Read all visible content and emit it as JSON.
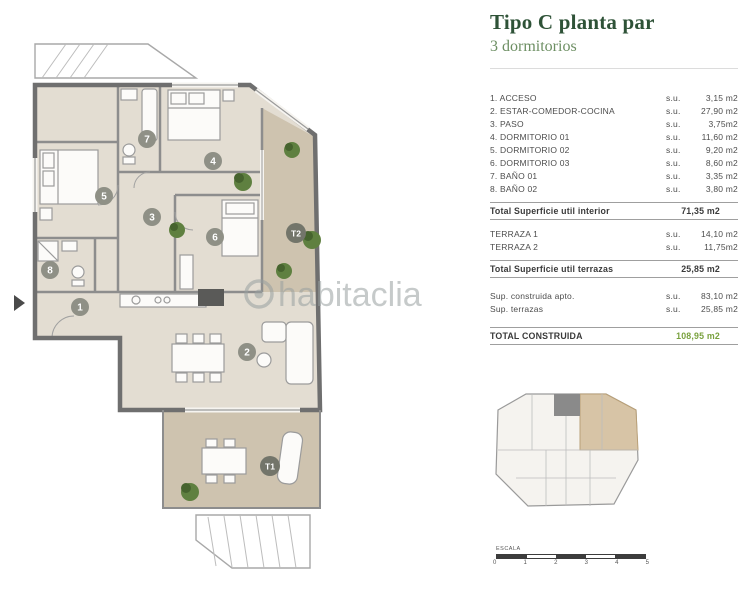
{
  "header": {
    "title": "Tipo C planta par",
    "subtitle": "3 dormitorios"
  },
  "legend": {
    "unit": "s.u.",
    "rooms": [
      {
        "label": "1. ACCESO",
        "value": "3,15 m2"
      },
      {
        "label": "2. ESTAR-COMEDOR-COCINA",
        "value": "27,90 m2"
      },
      {
        "label": "3. PASO",
        "value": "3,75m2"
      },
      {
        "label": "4. DORMITORIO 01",
        "value": "11,60 m2"
      },
      {
        "label": "5. DORMITORIO 02",
        "value": "9,20 m2"
      },
      {
        "label": "6. DORMITORIO 03",
        "value": "8,60 m2"
      },
      {
        "label": "7. BAÑO 01",
        "value": "3,35 m2"
      },
      {
        "label": "8. BAÑO 02",
        "value": "3,80 m2"
      }
    ],
    "total_interior": {
      "label": "Total Superficie util interior",
      "value": "71,35 m2"
    },
    "terraces": [
      {
        "label": "TERRAZA 1",
        "value": "14,10 m2"
      },
      {
        "label": "TERRAZA 2",
        "value": "11,75m2"
      }
    ],
    "total_terraces": {
      "label": "Total Superficie util terrazas",
      "value": "25,85 m2"
    },
    "built": [
      {
        "label": "Sup. construida apto.",
        "value": "83,10 m2"
      },
      {
        "label": "Sup. terrazas",
        "value": "25,85 m2"
      }
    ],
    "total_built": {
      "label": "TOTAL CONSTRUIDA",
      "value": "108,95 m2"
    }
  },
  "plan": {
    "rooms": [
      "1",
      "2",
      "3",
      "4",
      "5",
      "6",
      "7",
      "8"
    ],
    "terraces": [
      "T1",
      "T2"
    ]
  },
  "watermark": {
    "text": "habitaclia"
  },
  "scalebar": {
    "label": "ESCALA",
    "ticks": [
      "0",
      "1",
      "2",
      "3",
      "4",
      "5"
    ]
  },
  "colors": {
    "title_green": "#2e5237",
    "accent_green": "#79a13e",
    "floor_beige": "#e3ddd2",
    "terrace_tan": "#cec3af",
    "wall_gray": "#6f6f6f"
  }
}
